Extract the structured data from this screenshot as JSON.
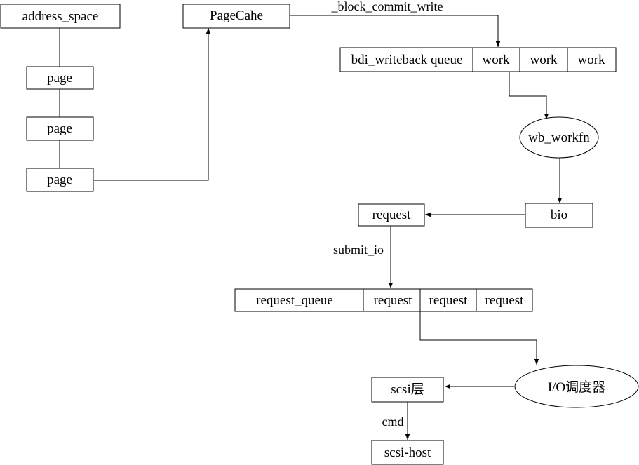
{
  "nodes": {
    "address_space": "address_space",
    "page_1": "page",
    "page_2": "page",
    "page_3": "page",
    "page_cache": "PageCahe",
    "bdi_queue": "bdi_writeback queue",
    "work_1": "work",
    "work_2": "work",
    "work_3": "work",
    "wb_workfn": "wb_workfn",
    "bio": "bio",
    "request": "request",
    "request_queue": "request_queue",
    "rq_request_1": "request",
    "rq_request_2": "request",
    "rq_request_3": "request",
    "io_scheduler": "I/O调度器",
    "scsi_layer": "scsi层",
    "scsi_host": "scsi-host"
  },
  "edges": {
    "block_commit_write": "_block_commit_write",
    "submit_io": "submit_io",
    "cmd": "cmd"
  },
  "colors": {
    "stroke": "#000000",
    "background": "#ffffff"
  }
}
